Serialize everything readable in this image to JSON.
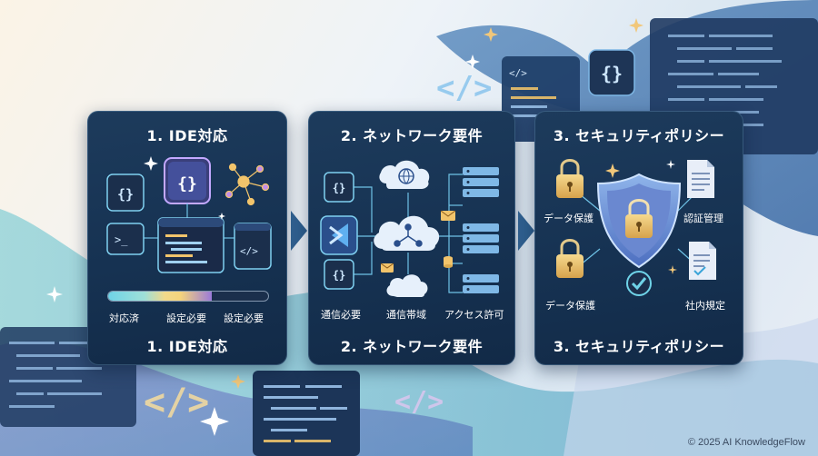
{
  "panels": [
    {
      "title": "1. IDE対応",
      "footer": "1. IDE対応",
      "labels": [
        "対応済",
        "設定必要",
        "設定必要"
      ],
      "progress_fraction": 0.65
    },
    {
      "title": "2. ネットワーク要件",
      "footer": "2. ネットワーク要件",
      "labels": [
        "通信必要",
        "通信帯域",
        "アクセス許可"
      ]
    },
    {
      "title": "3. セキュリティポリシー",
      "footer": "3. セキュリティポリシー",
      "labels": [
        "データ保護",
        "認証管理",
        "データ保護",
        "社内規定"
      ]
    }
  ],
  "icons": [
    "code-braces-icon",
    "terminal-icon",
    "network-graph-icon",
    "vscode-icon",
    "cloud-icon",
    "server-icon",
    "mail-icon",
    "database-icon",
    "padlock-icon",
    "shield-lock-icon",
    "document-icon",
    "checkmark-icon",
    "sparkle-icon"
  ],
  "colors": {
    "panel_bg": "#163252",
    "accent_cyan": "#6fd3e8",
    "accent_gold": "#f2c46b",
    "accent_purple": "#9b7ad9"
  },
  "footer": {
    "copyright": "© 2025 AI KnowledgeFlow"
  }
}
